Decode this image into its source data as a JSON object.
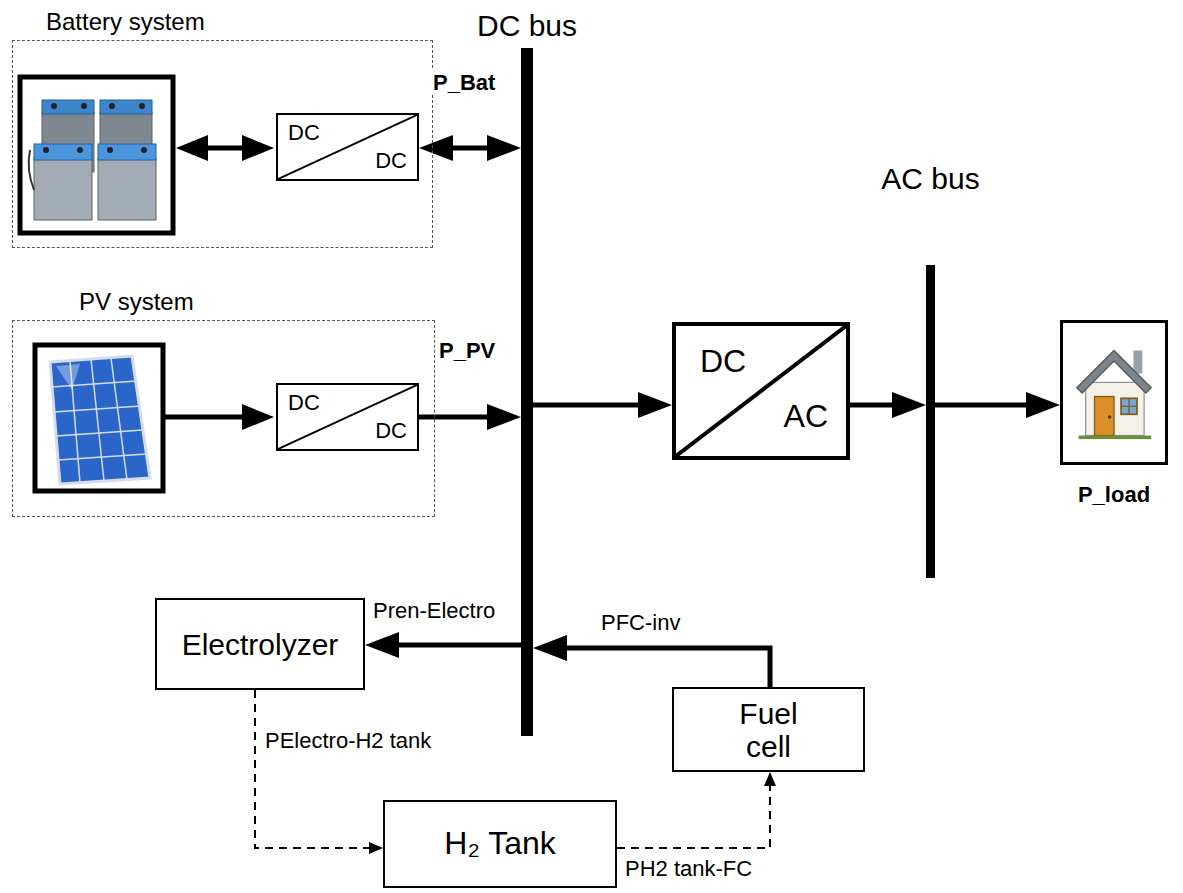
{
  "diagram": {
    "nodes": [
      {
        "text": [
          "Battery system"
        ]
      },
      {
        "text": [
          "DC",
          "DC"
        ],
        "in": 0
      },
      {
        "text": [
          "PV system"
        ]
      },
      {
        "text": [
          "DC",
          "DC"
        ],
        "in": 2
      },
      {
        "text": [
          "DC bus"
        ]
      },
      {
        "text": [
          "DC",
          "AC"
        ]
      },
      {
        "text": [
          "AC bus"
        ]
      },
      {
        "text": [
          "P_load"
        ]
      },
      {
        "text": [
          "Electrolyzer"
        ]
      },
      {
        "text": [
          "Fuel cell"
        ]
      },
      {
        "text": [
          "H₂ Tank"
        ]
      }
    ],
    "edges": [
      {
        "from": 1,
        "to": 4,
        "arrow": "both",
        "label": "P_Bat"
      },
      {
        "from": 3,
        "to": 4,
        "arrow": "to",
        "label": "P_PV"
      },
      {
        "from": 4,
        "to": 5,
        "arrow": "to"
      },
      {
        "from": 5,
        "to": 6,
        "arrow": "to"
      },
      {
        "from": 6,
        "to": 7,
        "arrow": "to"
      },
      {
        "from": 4,
        "to": 8,
        "arrow": "to",
        "label": "Pren-Electro"
      },
      {
        "from": 9,
        "to": 4,
        "arrow": "to",
        "label": "PFC-inv"
      },
      {
        "from": 8,
        "to": 10,
        "arrow": "to",
        "label": "PElectro-H2 tank"
      },
      {
        "from": 10,
        "to": 9,
        "arrow": "to",
        "label": "PH2 tank-FC"
      }
    ]
  }
}
